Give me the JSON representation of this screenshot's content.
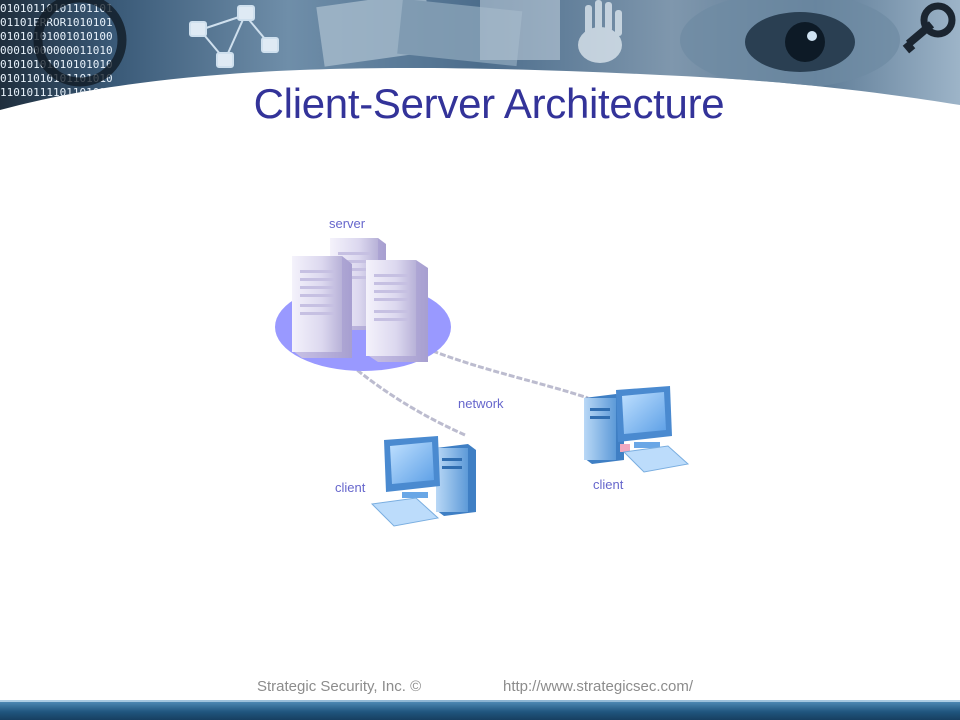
{
  "slide": {
    "title": "Client-Server Architecture"
  },
  "header": {
    "binary_rows": [
      "01010110101101101",
      "01101ERROR1010101",
      "01010101001010100",
      "00010000000011010",
      "01010101010101010",
      "01011010101101010",
      "1101011110110101"
    ]
  },
  "diagram": {
    "server_label": "server",
    "network_label": "network",
    "client_left_label": "client",
    "client_right_label": "client",
    "colors": {
      "server_base": "#9999ff",
      "server_body": "#e4e0f4",
      "monitor_screen": "#6fb0f0",
      "computer_body": "#7fb4e8",
      "network_line": "#b8b8cc",
      "label": "#6666cc"
    }
  },
  "footer": {
    "company": "Strategic Security, Inc. ©",
    "url": "http://www.strategicsec.com/"
  },
  "colors": {
    "title": "#333399",
    "footer_text": "#8c8c8c",
    "footer_bar": "#20557e"
  }
}
